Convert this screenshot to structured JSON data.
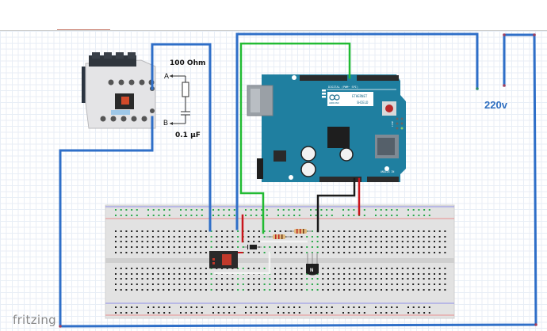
{
  "app": {
    "watermark": "fritzing"
  },
  "labels": {
    "voltage": "220v",
    "resistor": "100 Ohm",
    "capacitor": "0.1 µF",
    "terminal_a": "A",
    "terminal_b": "B"
  },
  "arduino_shield": {
    "header_label": "DIGITAL (PWM~ SPI)",
    "name_line1": "ETHERNET",
    "name_line2": "SHIELD",
    "brand": "ARDUINO",
    "analog_label": "ANALOG IN",
    "icsp_label": "ICSP"
  },
  "transistor": {
    "type_mark": "N"
  },
  "colors": {
    "wire_blue": "#2f6fc8",
    "wire_green": "#22bb33",
    "wire_red": "#c8161d",
    "wire_black": "#1a1a1a",
    "board_teal": "#1f7fa0",
    "breadboard": "#e3e3e3"
  }
}
